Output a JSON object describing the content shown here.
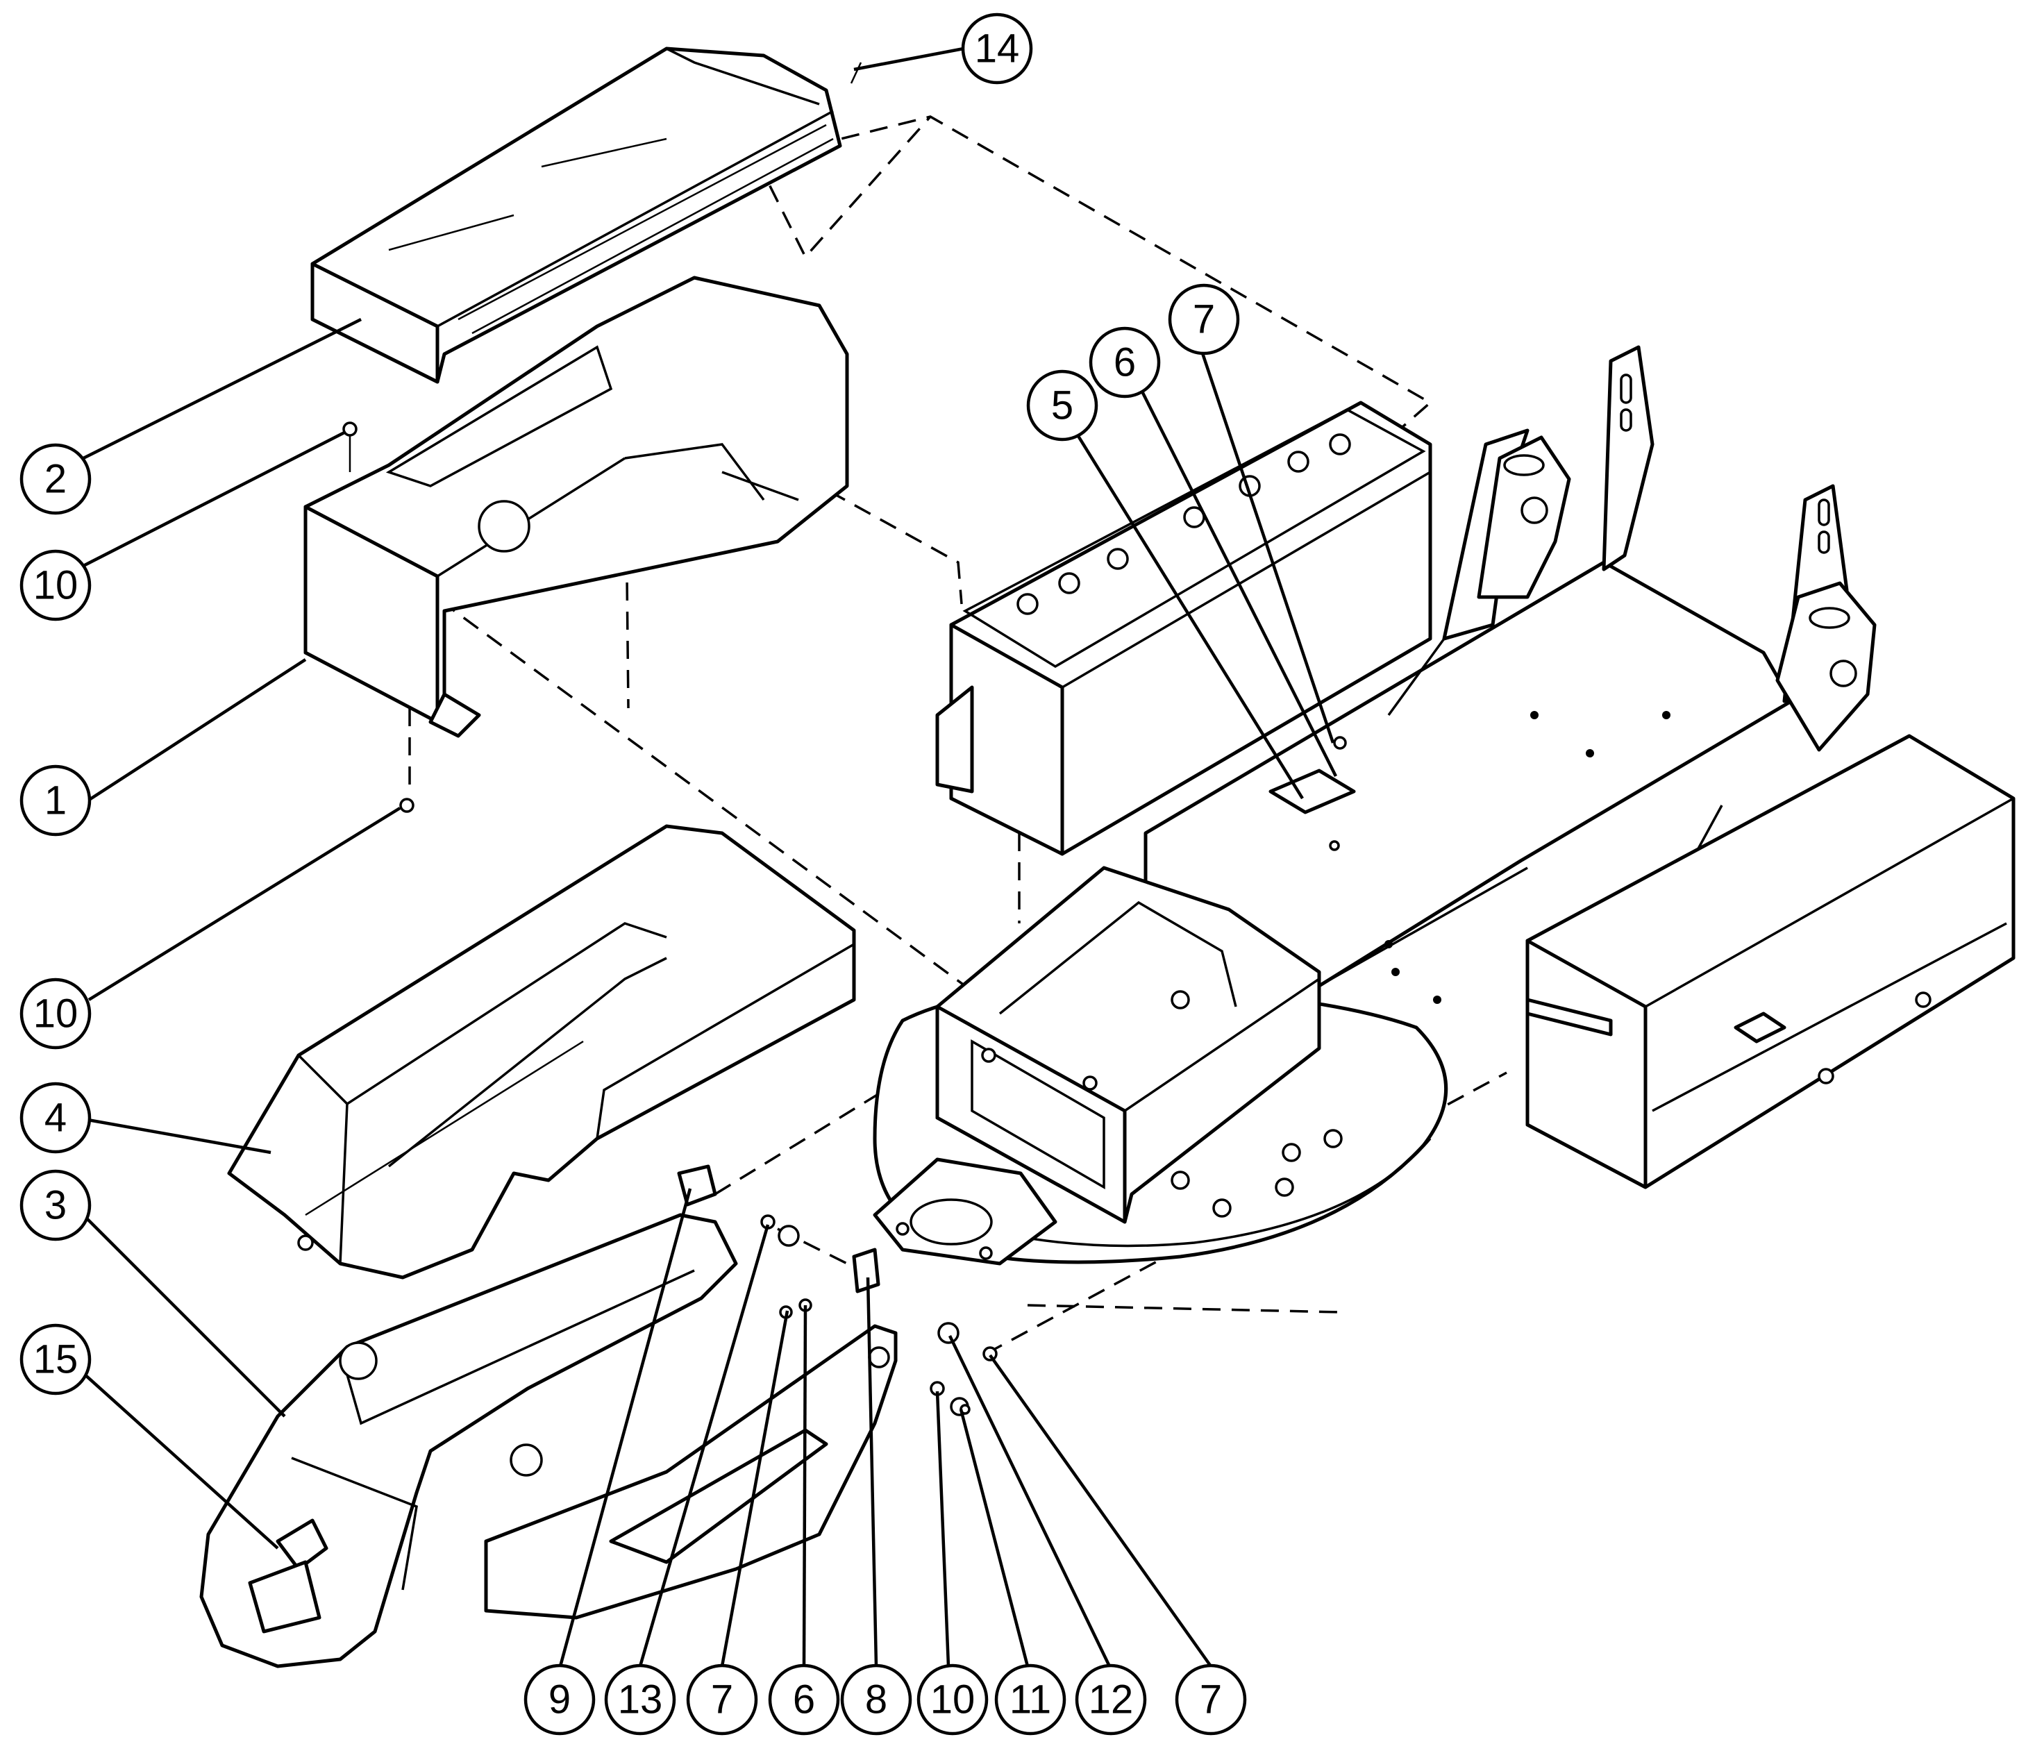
{
  "diagram": {
    "callouts": [
      "14",
      "2",
      "10",
      "1",
      "10",
      "4",
      "3",
      "15",
      "7",
      "6",
      "5",
      "9",
      "13",
      "7",
      "6",
      "8",
      "10",
      "11",
      "12",
      "7"
    ]
  }
}
